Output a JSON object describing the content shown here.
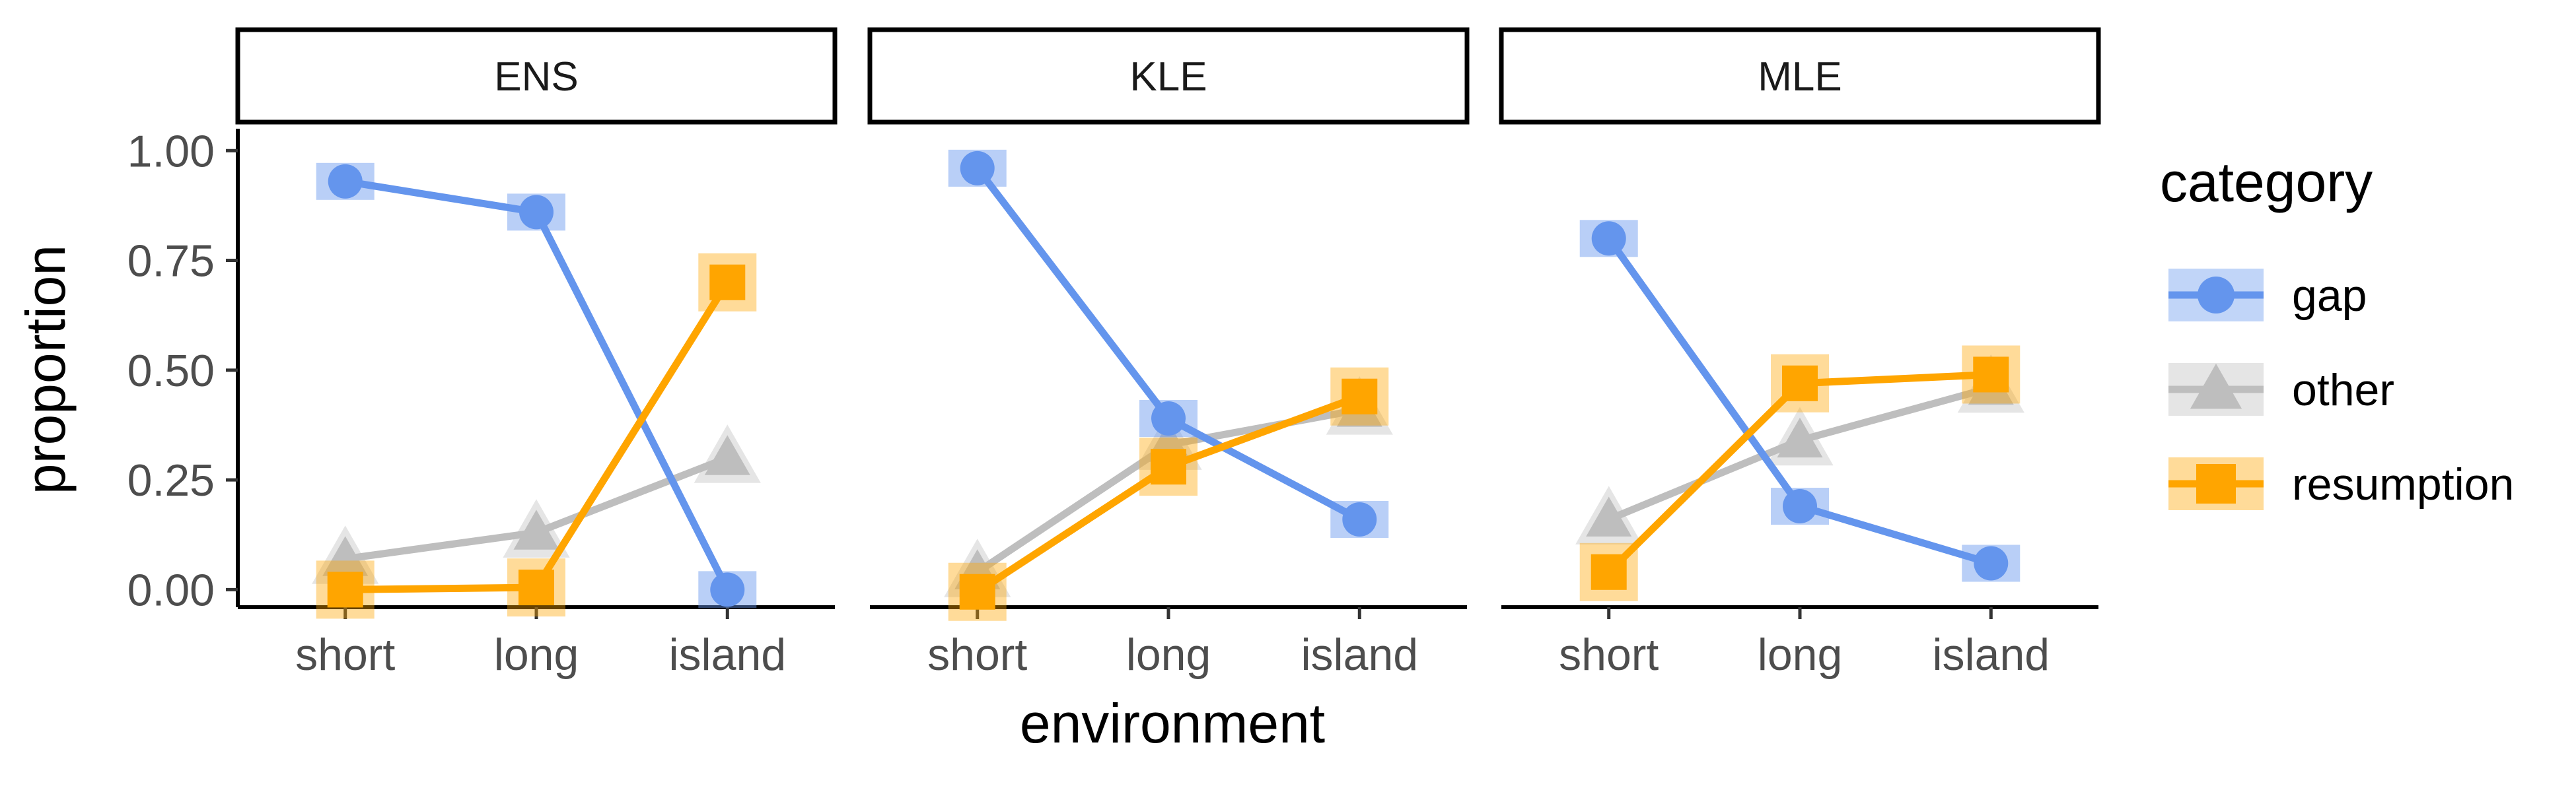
{
  "chart_data": {
    "type": "line",
    "xlabel": "environment",
    "ylabel": "proportion",
    "ylim": [
      -0.04,
      1.05
    ],
    "yticks": [
      "0.00",
      "0.25",
      "0.50",
      "0.75",
      "1.00"
    ],
    "categories": [
      "short",
      "long",
      "island"
    ],
    "grid": false,
    "legend": {
      "title": "category",
      "placement": "right",
      "entries": [
        "gap",
        "other",
        "resumption"
      ]
    },
    "series_style": [
      {
        "name": "gap",
        "color": "#6495ED",
        "marker": "circle"
      },
      {
        "name": "other",
        "color": "#BEBEBE",
        "marker": "triangle"
      },
      {
        "name": "resumption",
        "color": "#FFA500",
        "marker": "square"
      }
    ],
    "panels": [
      {
        "label": "ENS",
        "series": [
          {
            "name": "gap",
            "values": [
              0.93,
              0.86,
              0.0
            ]
          },
          {
            "name": "other",
            "values": [
              0.07,
              0.13,
              0.3
            ]
          },
          {
            "name": "resumption",
            "values": [
              0.0,
              0.005,
              0.7
            ]
          }
        ]
      },
      {
        "label": "KLE",
        "series": [
          {
            "name": "gap",
            "values": [
              0.96,
              0.39,
              0.16
            ]
          },
          {
            "name": "other",
            "values": [
              0.04,
              0.33,
              0.41
            ]
          },
          {
            "name": "resumption",
            "values": [
              -0.005,
              0.28,
              0.44
            ]
          }
        ]
      },
      {
        "label": "MLE",
        "series": [
          {
            "name": "gap",
            "values": [
              0.8,
              0.19,
              0.06
            ]
          },
          {
            "name": "other",
            "values": [
              0.16,
              0.34,
              0.46
            ]
          },
          {
            "name": "resumption",
            "values": [
              0.04,
              0.47,
              0.49
            ]
          }
        ]
      }
    ]
  }
}
